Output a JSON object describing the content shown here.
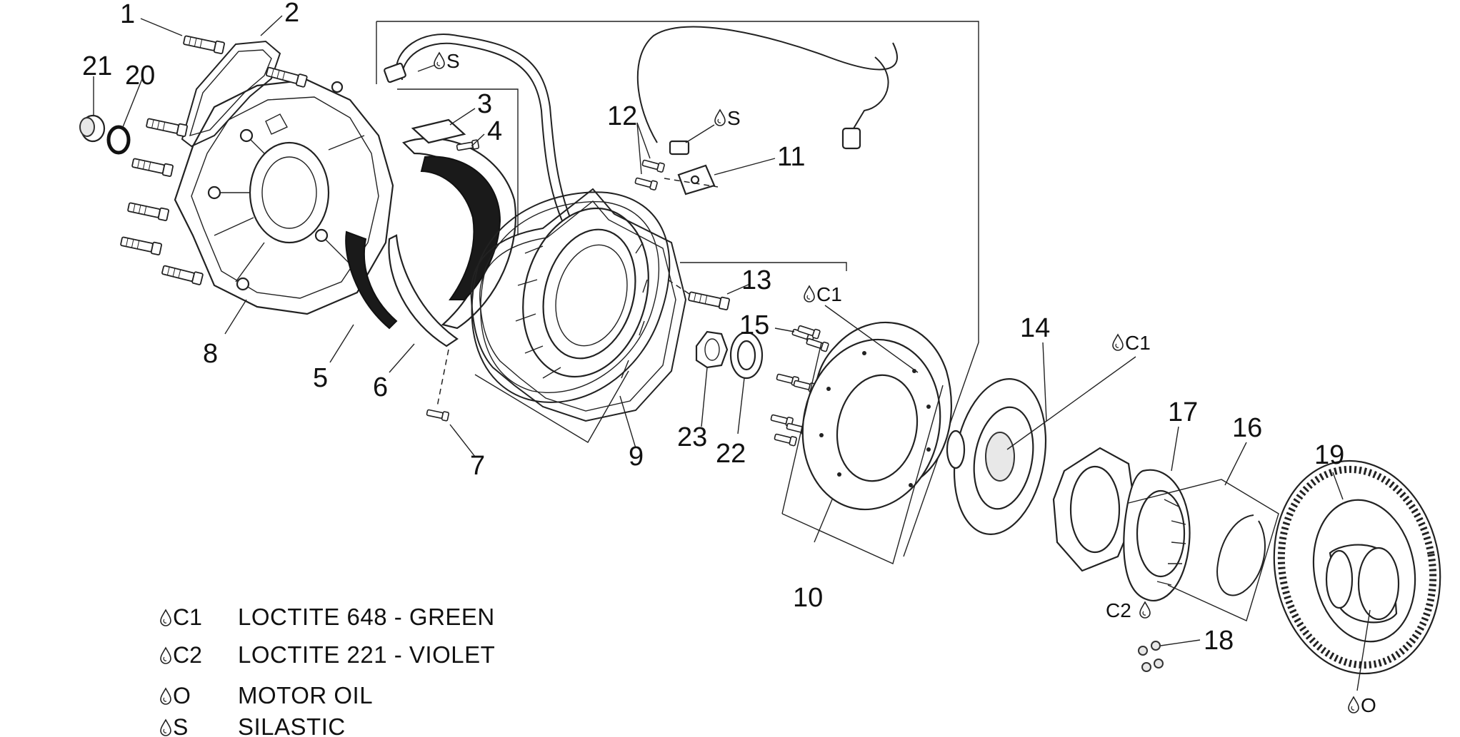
{
  "callouts": [
    {
      "id": "c1",
      "label": "1"
    },
    {
      "id": "c2",
      "label": "2"
    },
    {
      "id": "c3",
      "label": "3"
    },
    {
      "id": "c4",
      "label": "4"
    },
    {
      "id": "c5",
      "label": "5"
    },
    {
      "id": "c6",
      "label": "6"
    },
    {
      "id": "c7",
      "label": "7"
    },
    {
      "id": "c8",
      "label": "8"
    },
    {
      "id": "c9",
      "label": "9"
    },
    {
      "id": "c10",
      "label": "10"
    },
    {
      "id": "c11",
      "label": "11"
    },
    {
      "id": "c12",
      "label": "12"
    },
    {
      "id": "c13",
      "label": "13"
    },
    {
      "id": "c14",
      "label": "14"
    },
    {
      "id": "c15",
      "label": "15"
    },
    {
      "id": "c16",
      "label": "16"
    },
    {
      "id": "c17",
      "label": "17"
    },
    {
      "id": "c18",
      "label": "18"
    },
    {
      "id": "c19",
      "label": "19"
    },
    {
      "id": "c20",
      "label": "20"
    },
    {
      "id": "c21",
      "label": "21"
    },
    {
      "id": "c22",
      "label": "22"
    },
    {
      "id": "c23",
      "label": "23"
    }
  ],
  "markers": {
    "silastic_a": "S",
    "silastic_b": "S",
    "c1_a": "C1",
    "c1_b": "C1",
    "c2_a": "C2",
    "oil_a": "O"
  },
  "legend": [
    {
      "code": "C1",
      "text": "LOCTITE 648 - GREEN"
    },
    {
      "code": "C2",
      "text": "LOCTITE 221 - VIOLET"
    },
    {
      "code": "O",
      "text": "MOTOR OIL"
    },
    {
      "code": "S",
      "text": "SILASTIC"
    }
  ],
  "icons": {
    "drop": "drop-icon"
  }
}
